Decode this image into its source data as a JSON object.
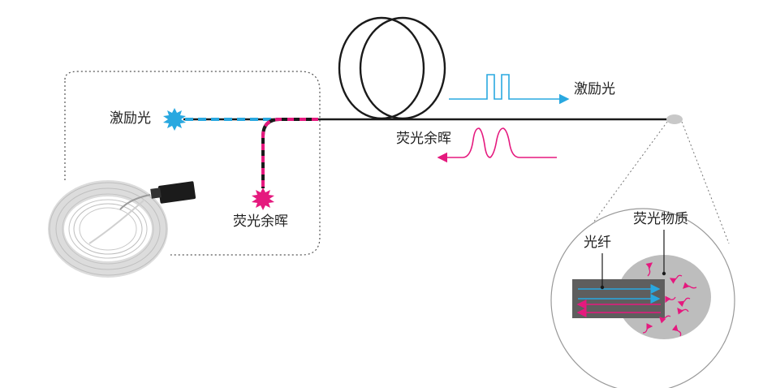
{
  "labels": {
    "excitation_left": "激励光",
    "fluorescence_left": "荧光余晖",
    "excitation_right": "激励光",
    "fluorescence_right": "荧光余晖",
    "inset_fluor_material": "荧光物质",
    "inset_fiber": "光纤"
  },
  "colors": {
    "fiber": "#1a1a1a",
    "excitation": "#29a8e0",
    "fluorescence": "#e5197e",
    "probe_gray": "#c8c8c8",
    "inset_material": "#bdbdbd",
    "inset_fiber": "#5e5e5e"
  }
}
